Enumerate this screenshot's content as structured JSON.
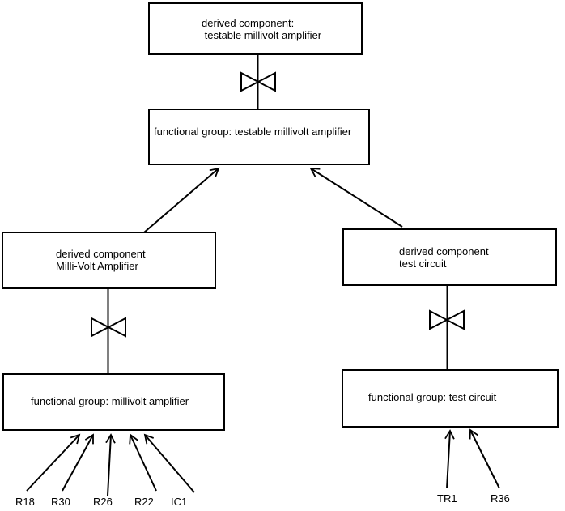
{
  "diagram": {
    "boxes": {
      "top_derived": {
        "label": "derived component:\n testable millivolt amplifier"
      },
      "fg_testable": {
        "label": "functional group: testable millivolt amplifier"
      },
      "derived_mva": {
        "label": "derived component\nMilli-Volt Amplifier"
      },
      "derived_tc": {
        "label": "derived component\ntest circuit"
      },
      "fg_mva": {
        "label": "functional group: millivolt amplifier"
      },
      "fg_tc": {
        "label": "functional group: test circuit"
      }
    },
    "component_labels": {
      "left": [
        "R18",
        "R30",
        "R26",
        "R22",
        "IC1"
      ],
      "right": [
        "TR1",
        "R36"
      ]
    },
    "colors": {
      "line": "#000000",
      "background": "#ffffff",
      "box_fill": "#ffffff"
    }
  }
}
